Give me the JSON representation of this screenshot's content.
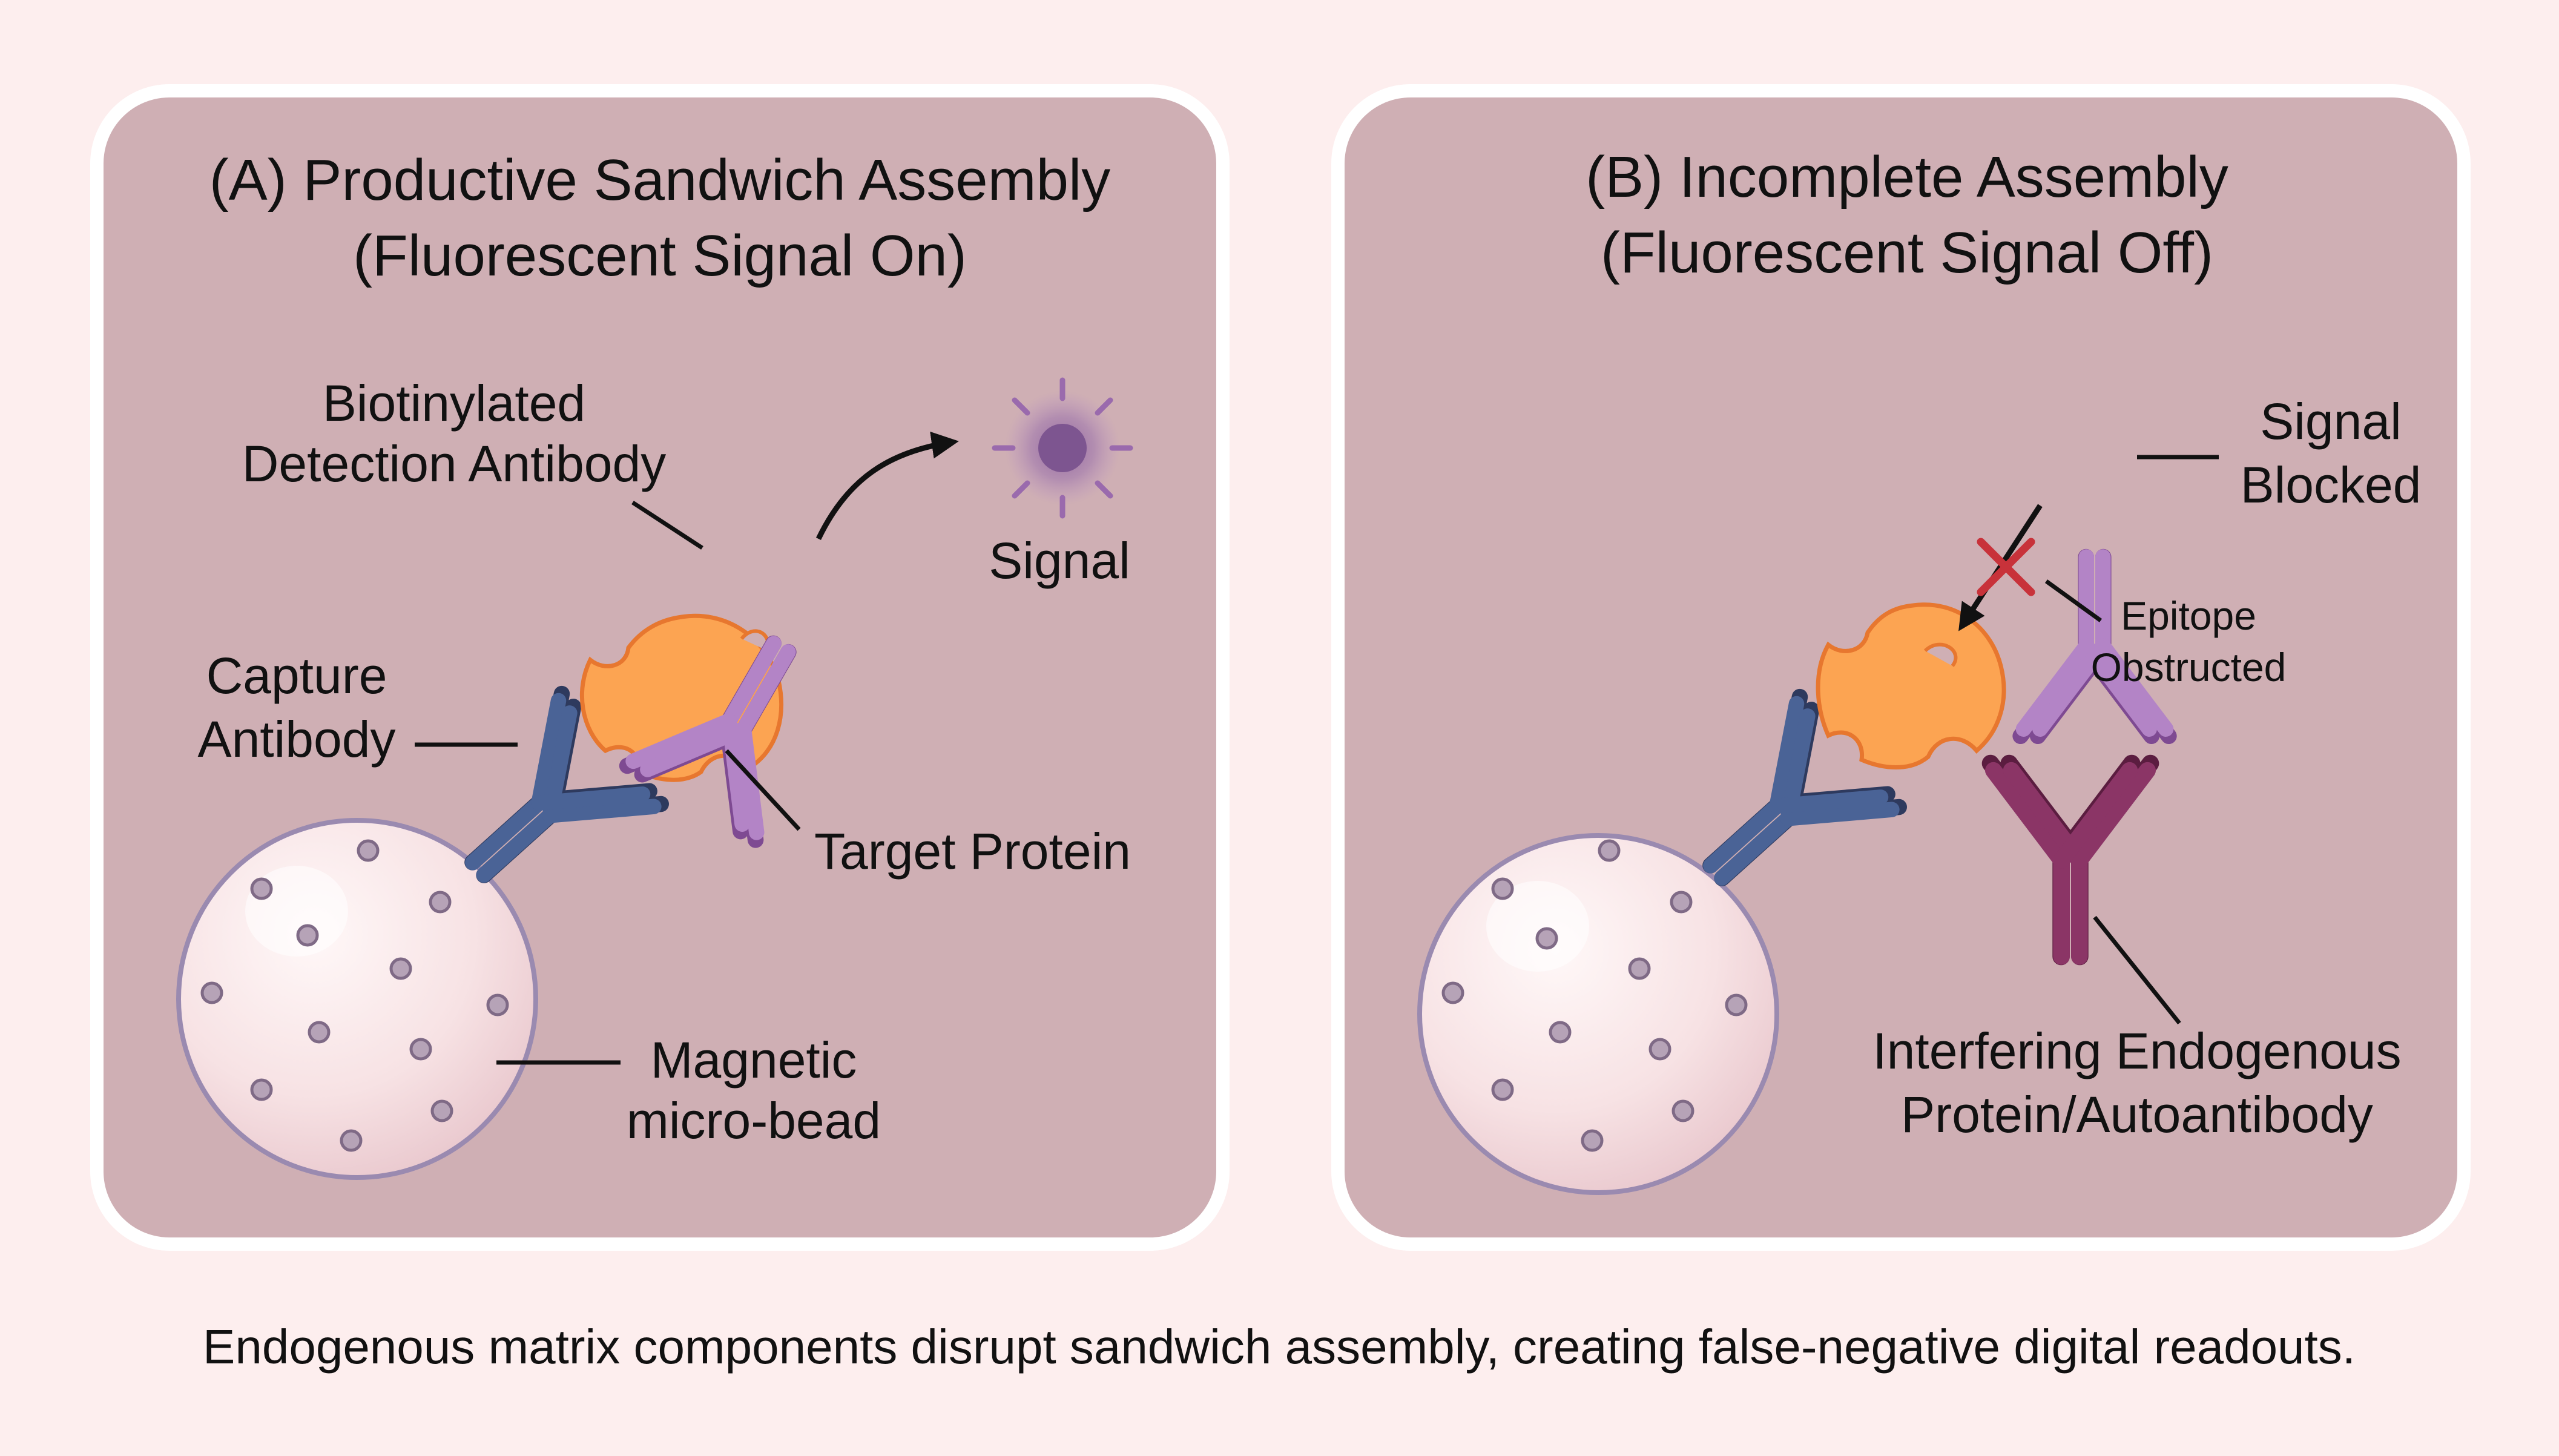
{
  "panel_a": {
    "title_line1": "(A) Productive Sandwich Assembly",
    "title_line2": "(Fluorescent Signal On)",
    "detection_label_line1": "Biotinylated",
    "detection_label_line2": "Detection Antibody",
    "signal_label": "Signal",
    "capture_label_line1": "Capture",
    "capture_label_line2": "Antibody",
    "target_label": "Target Protein",
    "bead_label_line1": "Magnetic",
    "bead_label_line2": "micro-bead"
  },
  "panel_b": {
    "title_line1": "(B) Incomplete Assembly",
    "title_line2": "(Fluorescent Signal Off)",
    "blocked_label_line1": "Signal",
    "blocked_label_line2": "Blocked",
    "epitope_label_line1": "Epitope",
    "epitope_label_line2": "Obstructed",
    "interfering_label_line1": "Interfering Endogenous",
    "interfering_label_line2": "Protein/Autoantibody"
  },
  "caption": "Endogenous matrix components disrupt sandwich assembly, creating false-negative digital readouts.",
  "colors": {
    "background": "#fdeeee",
    "panel_fill": "#cfafb4",
    "panel_border": "#ffffff",
    "capture_antibody": "#3f5785",
    "detection_antibody": "#a779b8",
    "target_protein": "#fca452",
    "interfering_antibody": "#7c2e5a",
    "blocked_x": "#c8323a",
    "bead": "#f8e3e5",
    "signal": "#7d5590"
  }
}
